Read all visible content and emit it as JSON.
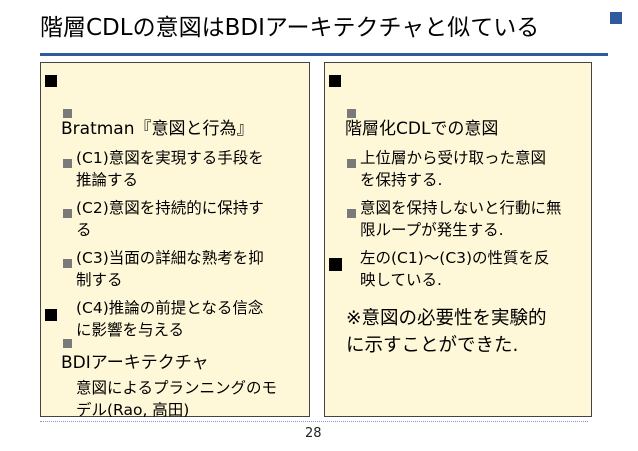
{
  "slide": {
    "title": "階層CDLの意図はBDIアーキテクチャと似ている",
    "page_number": "28",
    "accent_color": "#2f5aa0",
    "box_fill_color": "#fff8d8"
  },
  "left_box": {
    "heading1": "Bratman『意図と行為』",
    "c1": "(C1)意図を実現する手段を\n推論する",
    "c2": "(C2)意図を持続的に保持す\nる",
    "c3": "(C3)当面の詳細な熟考を抑\n制する",
    "c4": "(C4)推論の前提となる信念\nに影響を与える",
    "heading2": "BDIアーキテクチャ",
    "bdi_sub": "意図によるプランニングのモ\nデル(Rao, 高田)"
  },
  "right_box": {
    "heading1": "階層化CDLでの意図",
    "sub1": "上位層から受け取った意図\nを保持する.",
    "sub2": "意図を保持しないと行動に無\n限ループが発生する.",
    "sub3": "左の(C1)〜(C3)の性質を反\n映している.",
    "emphasis": "※意図の必要性を実験的\nに示すことができた."
  }
}
